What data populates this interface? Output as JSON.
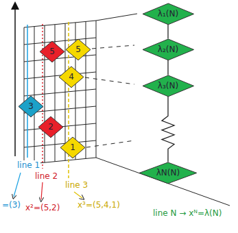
{
  "diagram": {
    "nodes": [
      {
        "text": [
          "5"
        ]
      },
      {
        "text": [
          "5"
        ]
      },
      {
        "text": [
          "4"
        ]
      },
      {
        "text": [
          "3"
        ]
      },
      {
        "text": [
          "2"
        ]
      },
      {
        "text": [
          "1"
        ]
      },
      {
        "text": [
          "λ₁(N)"
        ]
      },
      {
        "text": [
          "λ₂(N)"
        ]
      },
      {
        "text": [
          "λ₃(N)"
        ]
      },
      {
        "text": [
          "λN(N)"
        ]
      }
    ],
    "edges": [
      {
        "from": 6,
        "to": 7,
        "arrow": "none"
      },
      {
        "from": 7,
        "to": 8,
        "arrow": "none"
      },
      {
        "from": 8,
        "to": 9,
        "arrow": "none"
      }
    ],
    "labels": [
      "line 1",
      "line 2",
      "line 3",
      "=(3)",
      "x²=(5,2)",
      "x³=(5,4,1)",
      "line N → xᴺ=λ(N)"
    ]
  }
}
